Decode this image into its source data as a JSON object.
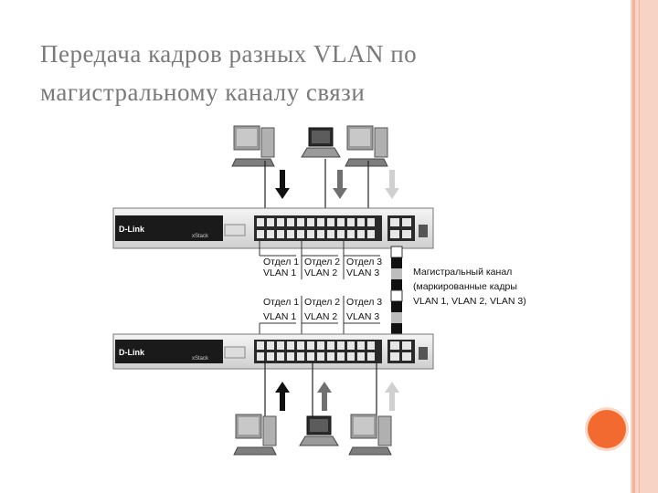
{
  "slide": {
    "title_line1": "Передача кадров разных VLAN по",
    "title_line2": "магистральному каналу связи"
  },
  "diagram": {
    "switch_brand": "D-Link",
    "switch_model": "xStack",
    "top_groups": [
      {
        "dept": "Отдел 1",
        "vlan": "VLAN 1"
      },
      {
        "dept": "Отдел 2",
        "vlan": "VLAN 2"
      },
      {
        "dept": "Отдел 3",
        "vlan": "VLAN 3"
      }
    ],
    "bottom_groups": [
      {
        "dept": "Отдел 1",
        "vlan": "VLAN 1"
      },
      {
        "dept": "Отдел 2",
        "vlan": "VLAN 2"
      },
      {
        "dept": "Отдел 3",
        "vlan": "VLAN 3"
      }
    ],
    "trunk_legend": {
      "line1": "Магистральный канал",
      "line2": "(маркированные кадры",
      "line3": "VLAN 1, VLAN 2, VLAN 3)"
    },
    "colors": {
      "vlan1_arrow": "#111111",
      "vlan2_arrow": "#707070",
      "vlan3_arrow": "#d0d0d0"
    }
  }
}
